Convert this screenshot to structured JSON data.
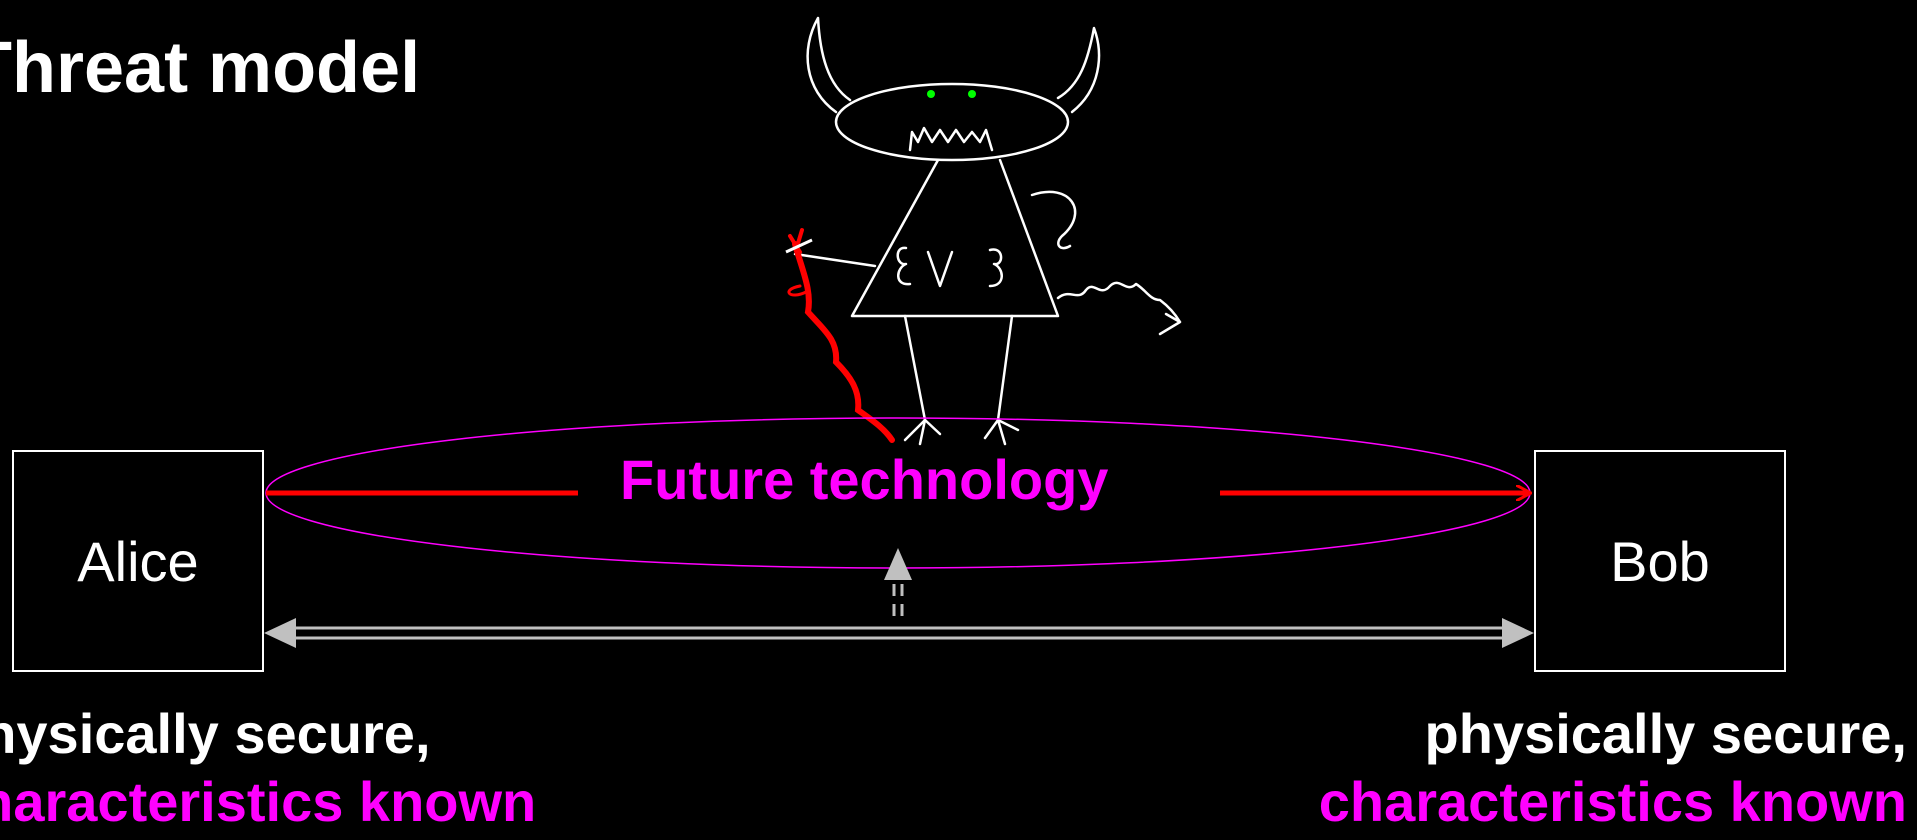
{
  "slide": {
    "title": "Threat model"
  },
  "parties": {
    "alice": "Alice",
    "bob": "Bob"
  },
  "channel": {
    "label": "Future technology",
    "accent_color": "#ff00ff",
    "arrow_color": "#ff0000",
    "classical_channel_color": "#c0c0c0"
  },
  "eavesdropper": {
    "name": "EVE",
    "icon": "devil-eavesdropper-icon"
  },
  "captions": {
    "left": {
      "line1": "physically secure,",
      "line2": "characteristics known"
    },
    "right": {
      "line1": "physically secure,",
      "line2": "characteristics known"
    }
  }
}
